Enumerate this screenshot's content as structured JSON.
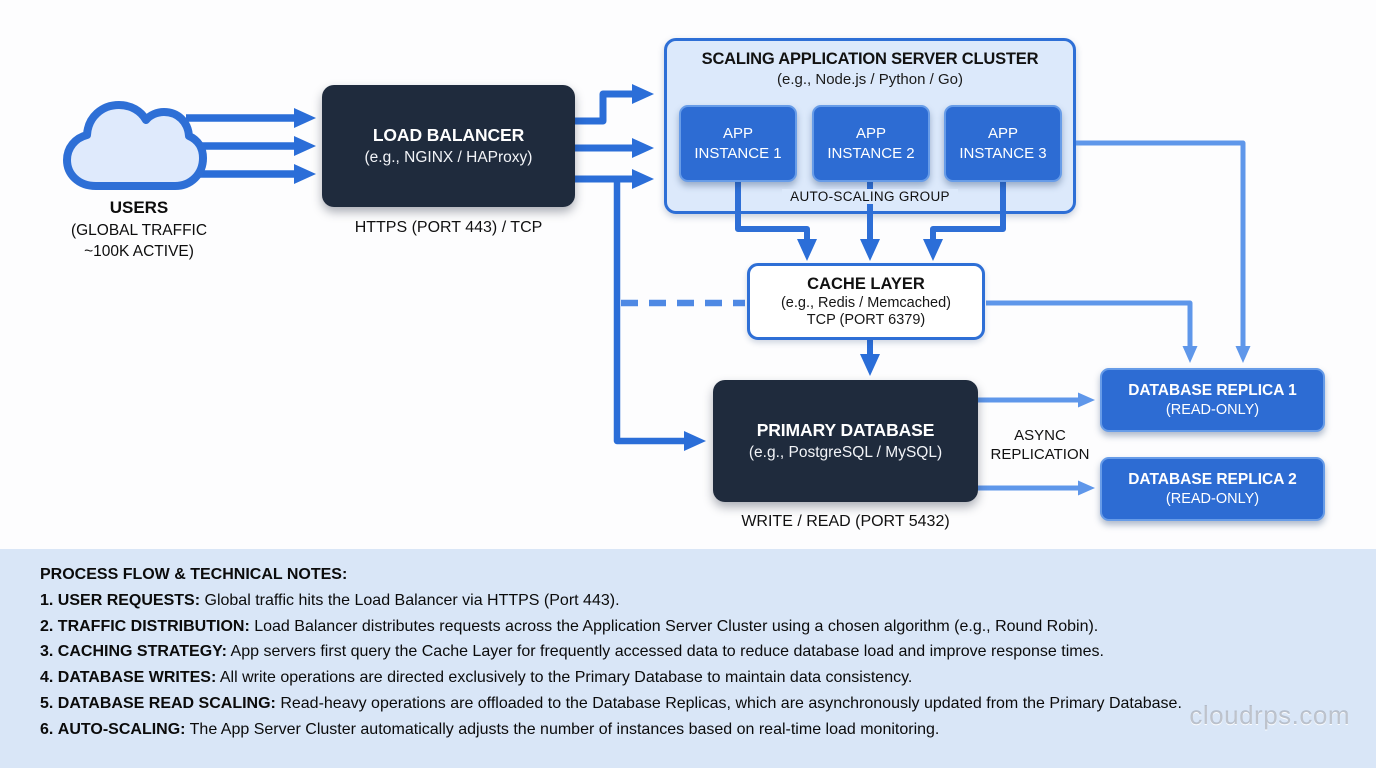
{
  "diagram": {
    "users": {
      "title": "USERS",
      "subtitle_line1": "(GLOBAL TRAFFIC",
      "subtitle_line2": "~100K ACTIVE)"
    },
    "load_balancer": {
      "title": "LOAD BALANCER",
      "subtitle": "(e.g., NGINX / HAProxy)",
      "caption": "HTTPS (PORT 443) / TCP"
    },
    "cluster": {
      "title": "SCALING APPLICATION SERVER CLUSTER",
      "subtitle": "(e.g., Node.js / Python / Go)",
      "group_label": "AUTO-SCALING GROUP",
      "instances": [
        {
          "line1": "APP",
          "line2": "INSTANCE 1"
        },
        {
          "line1": "APP",
          "line2": "INSTANCE 2"
        },
        {
          "line1": "APP",
          "line2": "INSTANCE 3"
        }
      ]
    },
    "cache": {
      "title": "CACHE LAYER",
      "subtitle": "(e.g., Redis / Memcached)",
      "port": "TCP (PORT 6379)"
    },
    "primary_db": {
      "title": "PRIMARY DATABASE",
      "subtitle": "(e.g., PostgreSQL / MySQL)",
      "caption": "WRITE / READ (PORT 5432)"
    },
    "replication": {
      "line1": "ASYNC",
      "line2": "REPLICATION"
    },
    "replicas": [
      {
        "title": "DATABASE REPLICA 1",
        "subtitle": "(READ-ONLY)"
      },
      {
        "title": "DATABASE REPLICA 2",
        "subtitle": "(READ-ONLY)"
      }
    ]
  },
  "notes": {
    "heading": "PROCESS FLOW & TECHNICAL NOTES:",
    "items": [
      {
        "num": "1.",
        "label": "USER REQUESTS:",
        "text": "Global traffic hits the Load Balancer via HTTPS (Port 443)."
      },
      {
        "num": "2.",
        "label": "TRAFFIC DISTRIBUTION:",
        "text": "Load Balancer distributes requests across the Application Server Cluster using a chosen algorithm (e.g., Round Robin)."
      },
      {
        "num": "3.",
        "label": "CACHING STRATEGY:",
        "text": "App servers first query the Cache Layer for frequently accessed data to reduce database load and improve response times."
      },
      {
        "num": "4.",
        "label": "DATABASE WRITES:",
        "text": "All write operations are directed exclusively to the Primary Database to maintain data consistency."
      },
      {
        "num": "5.",
        "label": "DATABASE READ SCALING:",
        "text": "Read-heavy operations are offloaded to the Database Replicas, which are asynchronously updated from the Primary Database."
      },
      {
        "num": "6.",
        "label": "AUTO-SCALING:",
        "text": "The App Server Cluster automatically adjusts the number of instances based on real-time load monitoring."
      }
    ]
  },
  "watermark": "cloudrps.com",
  "colors": {
    "arrow_blue": "#2b6ed8",
    "arrow_light_blue": "#5f97ea",
    "dashed_blue": "#4f89e4",
    "dark_navy_box": "#1f2b3d",
    "solid_blue_box": "#2d6cd3",
    "cluster_panel_fill": "#dce9fb",
    "panel_border": "#2e6fd6",
    "notes_background": "#d9e6f7"
  }
}
